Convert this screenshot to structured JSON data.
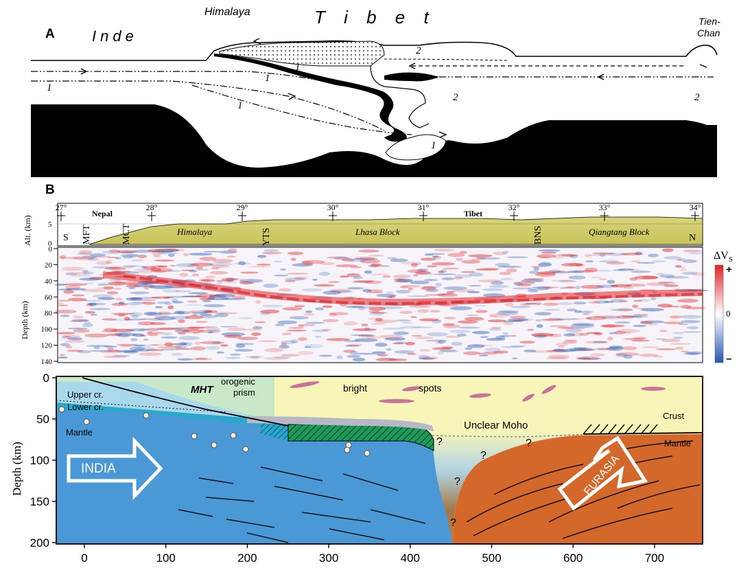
{
  "panel_a": {
    "label": "A",
    "regions": {
      "india": "Inde",
      "himalaya": "Himalaya",
      "tibet": "T  i  b  e  t",
      "tienchan_1": "Tien-",
      "tienchan_2": "Chan"
    },
    "layer_marks": {
      "m1": "1",
      "m2": "1",
      "m3": "1",
      "m4": "1",
      "m5": "1",
      "m6": "2",
      "m7": "2",
      "m8": "2"
    }
  },
  "panel_b": {
    "label": "B",
    "longitudes": [
      "27°",
      "28°",
      "29°",
      "30°",
      "31°",
      "32°",
      "33°",
      "34°"
    ],
    "alt_axis": {
      "label": "Alt. (km)",
      "ticks": [
        "5",
        "0"
      ]
    },
    "depth_axis": {
      "label": "Depth (km)",
      "ticks": [
        "0",
        "20",
        "40",
        "60",
        "80",
        "100",
        "120",
        "140"
      ]
    },
    "topo_labels": {
      "s": "S",
      "mft": "MFT",
      "nepal": "Nepal",
      "mct": "MCT",
      "himalaya": "Himalaya",
      "yts": "YTS",
      "lhasa": "Lhasa Block",
      "tibet": "Tibet",
      "bns": "BNS",
      "qiangtang": "Qiangtang Block",
      "n": "N"
    },
    "colorbar": {
      "title": "ΔV",
      "subscript": "S",
      "plus": "+",
      "zero": "0",
      "minus": "–",
      "colors": {
        "pos": "#e0242a",
        "neutral": "#ffffff",
        "neg": "#2456b0"
      }
    }
  },
  "panel_c": {
    "y_axis": {
      "label": "Depth (km)",
      "ticks": [
        "0",
        "50",
        "100",
        "150",
        "200"
      ]
    },
    "x_axis": {
      "ticks": [
        "0",
        "100",
        "200",
        "300",
        "400",
        "500",
        "600",
        "700"
      ]
    },
    "labels": {
      "upper_cr": "Upper cr.",
      "lower_cr": "Lower cr.",
      "mantle_india": "Mantle",
      "mht": "MHT",
      "orogenic": "orogenic",
      "prism": "prism",
      "bright": "bright",
      "spots": "spots",
      "unclear_moho": "Unclear Moho",
      "crust": "Crust",
      "mantle_eurasia": "Mantle",
      "india": "INDIA",
      "eurasia": "EURASIA",
      "q": "?"
    },
    "colors": {
      "india_mantle": "#4a98d6",
      "eurasia": "#d4682a",
      "tibet_crust": "#f7f5b8",
      "upper_crust": "#a9d8ea",
      "lower_crust": "#2aa8cc",
      "prism": "#c8e8c8",
      "green_hatch": "#1f9a5a"
    }
  }
}
